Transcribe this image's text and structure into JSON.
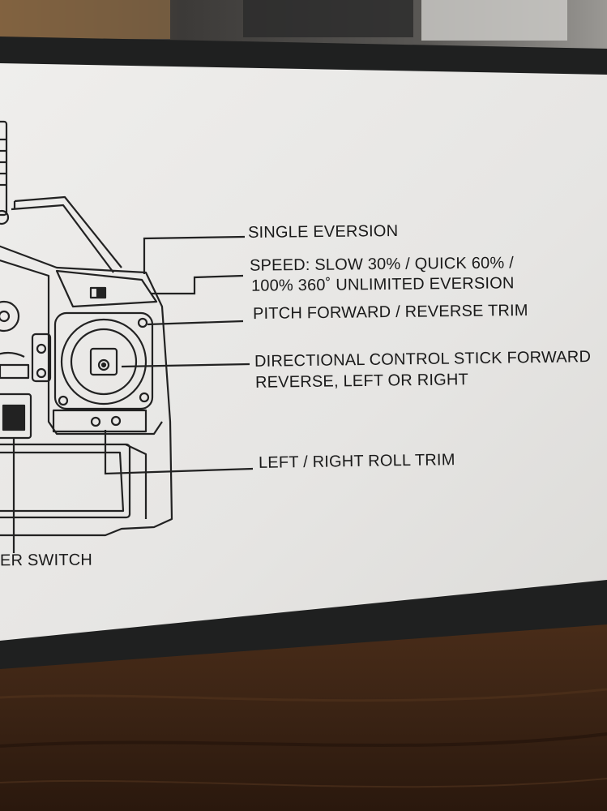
{
  "photo": {
    "subject": "printed manual page diagram of a remote controller with callout labels",
    "colors": {
      "paper": "#e9e8e6",
      "box_frame": "#1f2020",
      "table_wood": "#3b2415",
      "ink": "#1a1a1a"
    }
  },
  "labels": {
    "single_eversion": "SINGLE EVERSION",
    "speed_line1": "SPEED: SLOW 30% / QUICK 60% /",
    "speed_line2": "100% 360˚ UNLIMITED EVERSION",
    "pitch_trim": "PITCH FORWARD / REVERSE TRIM",
    "directional_line1": "DIRECTIONAL CONTROL STICK FORWARD",
    "directional_line2": "REVERSE, LEFT OR RIGHT",
    "roll_trim": "LEFT / RIGHT ROLL TRIM",
    "power_switch_partial": "ER SWITCH"
  }
}
